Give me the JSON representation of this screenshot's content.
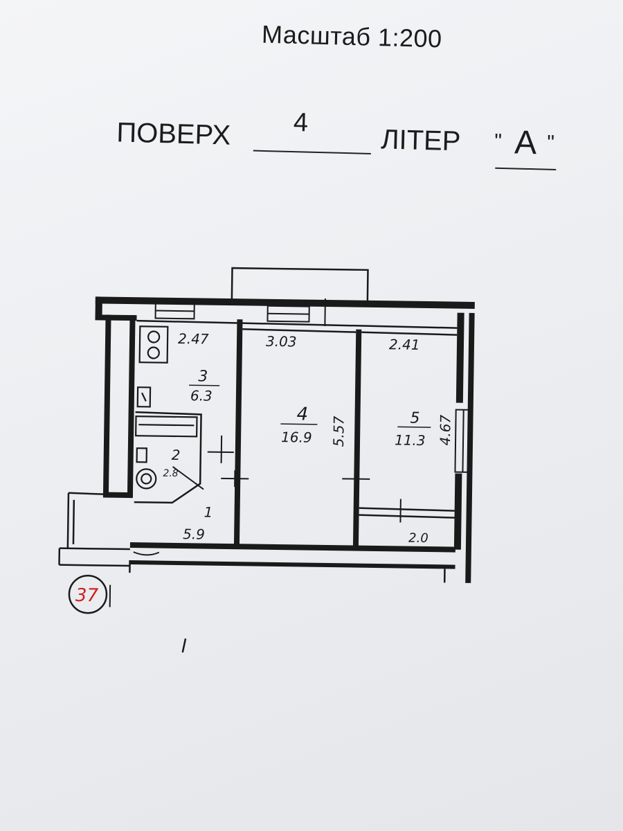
{
  "header": {
    "scale": "Масштаб 1:200",
    "floor_label": "ПОВЕРХ",
    "floor_value": "4",
    "letter_label": "ЛІТЕР",
    "letter_value": "А",
    "quote_open": "\"",
    "quote_close": "\""
  },
  "plan": {
    "dimensions": {
      "room3_width": "2.47",
      "room4_width": "3.03",
      "room5_width": "2.41",
      "room4_length": "5.57",
      "room5_length": "4.67",
      "closet_width": "2.0"
    },
    "rooms": [
      {
        "number": "1",
        "area": "5.9"
      },
      {
        "number": "2",
        "area": "2.8"
      },
      {
        "number": "3",
        "area": "6.3"
      },
      {
        "number": "4",
        "area": "16.9"
      },
      {
        "number": "5",
        "area": "11.3"
      }
    ],
    "apartment_number": "37"
  },
  "colors": {
    "ink": "#1a1a1a",
    "stamp": "#d11d1d",
    "paper": "#eceef1"
  }
}
